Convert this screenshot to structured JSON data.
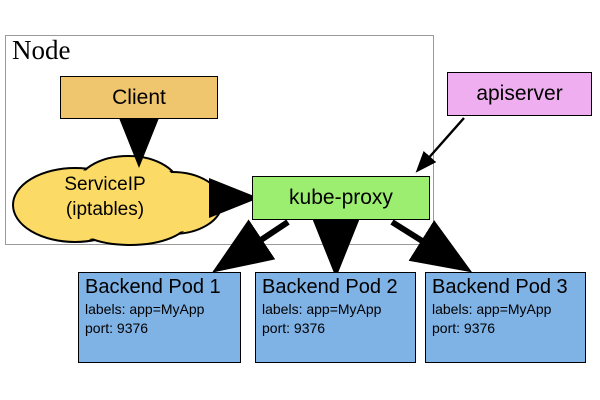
{
  "diagram": {
    "node_container": {
      "label": "Node"
    },
    "client": {
      "label": "Client",
      "color": "#EFC56D"
    },
    "service_ip": {
      "line1": "ServiceIP",
      "line2": "(iptables)",
      "color": "#FBDA66"
    },
    "kube_proxy": {
      "label": "kube-proxy",
      "color": "#9BEE70"
    },
    "apiserver": {
      "label": "apiserver",
      "color": "#EFAEEF"
    },
    "pods": [
      {
        "title": "Backend Pod 1",
        "labels": "labels: app=MyApp",
        "port": "port: 9376",
        "color": "#7FB2E5"
      },
      {
        "title": "Backend Pod 2",
        "labels": "labels: app=MyApp",
        "port": "port: 9376",
        "color": "#7FB2E5"
      },
      {
        "title": "Backend Pod 3",
        "labels": "labels: app=MyApp",
        "port": "port: 9376",
        "color": "#7FB2E5"
      }
    ],
    "arrow_color": "#000000"
  }
}
